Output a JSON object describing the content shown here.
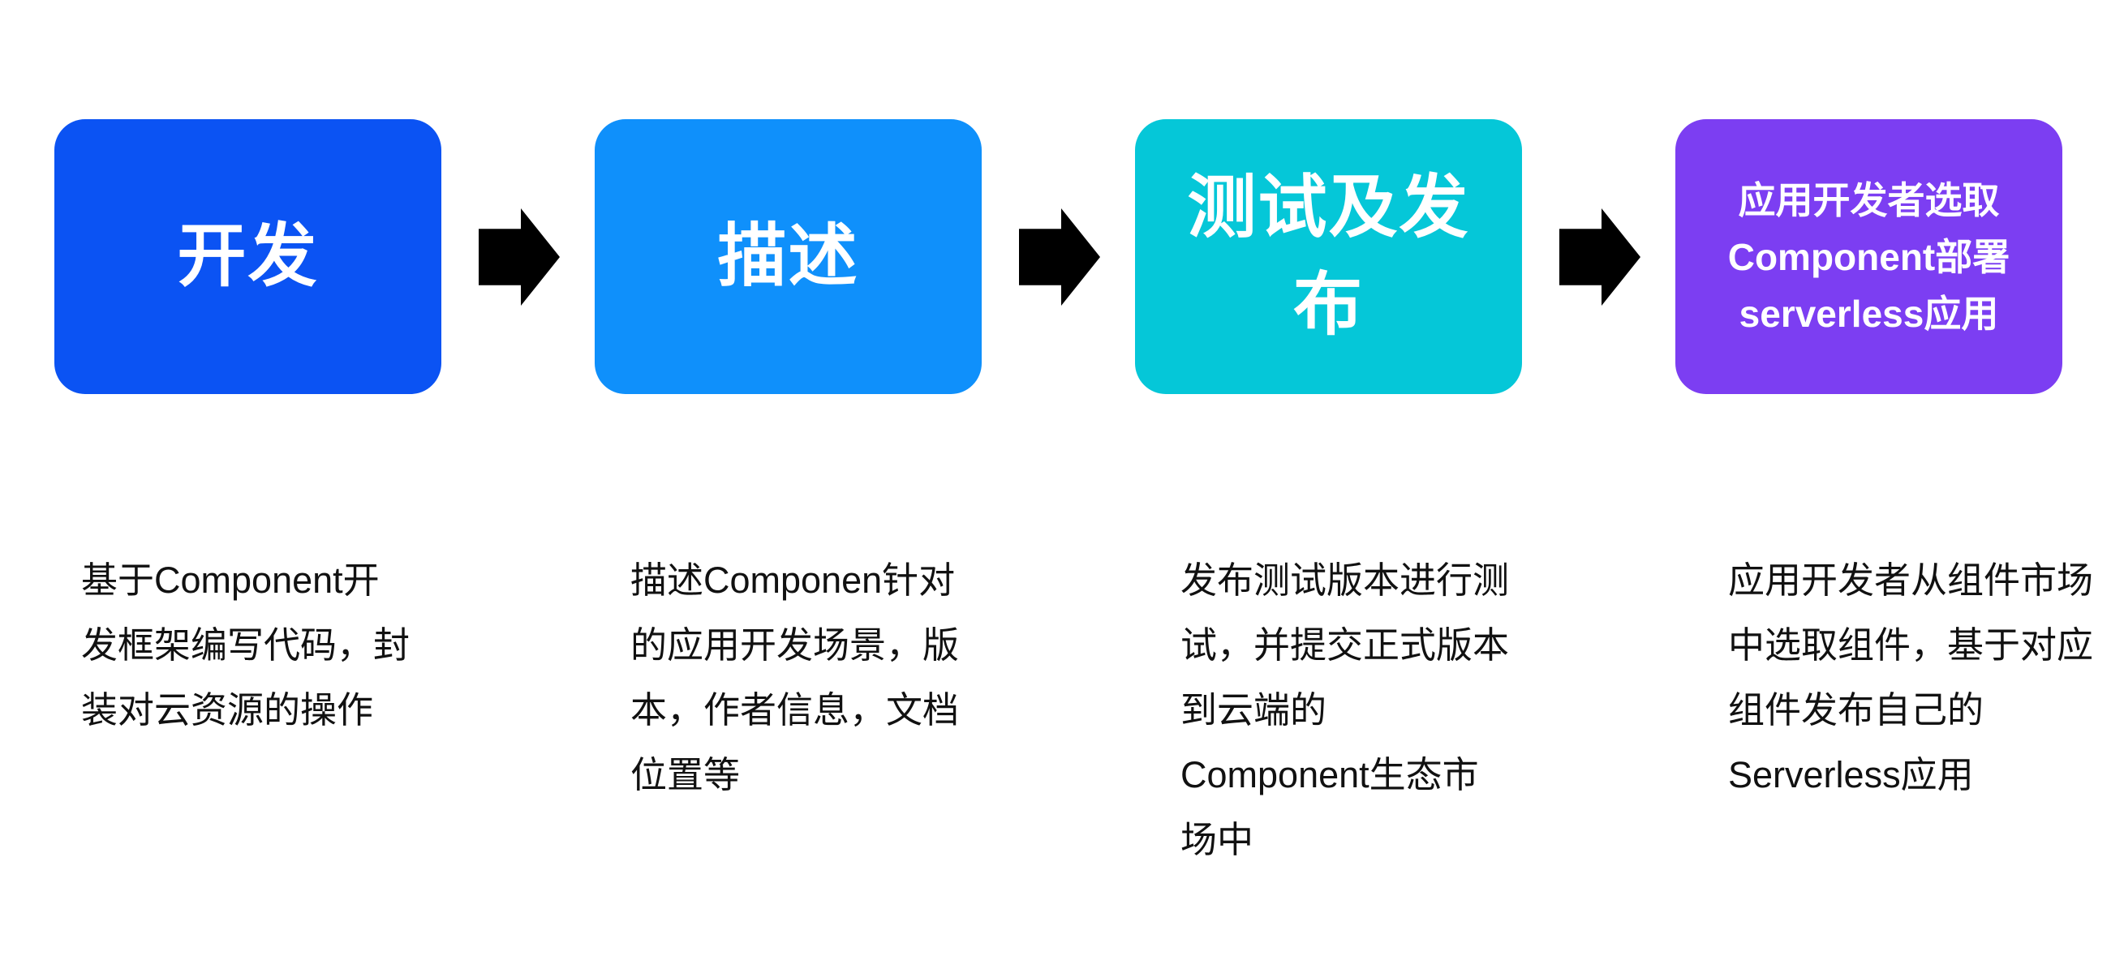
{
  "diagram": {
    "background_color": "#ffffff",
    "arrow_color": "#000000",
    "description_text_color": "#111111",
    "title_text_color": "#ffffff",
    "steps": [
      {
        "title": "开发",
        "color": "#0b53f3",
        "description": "基于Component开\n发框架编写代码，封\n装对云资源的操作"
      },
      {
        "title": "描述",
        "color": "#0f90fb",
        "description": "描述Componen针对\n的应用开发场景，版\n本，作者信息，文档\n位置等"
      },
      {
        "title": "测试及发\n布",
        "color": "#05c7d8",
        "description": "发布测试版本进行测\n试，并提交正式版本\n到云端的\nComponent生态市\n场中"
      },
      {
        "title": "应用开发者选取\nComponent部署\nserverless应用",
        "color": "#7c3ef2",
        "description": "应用开发者从组件市场\n中选取组件，基于对应\n组件发布自己的\nServerless应用"
      }
    ]
  }
}
